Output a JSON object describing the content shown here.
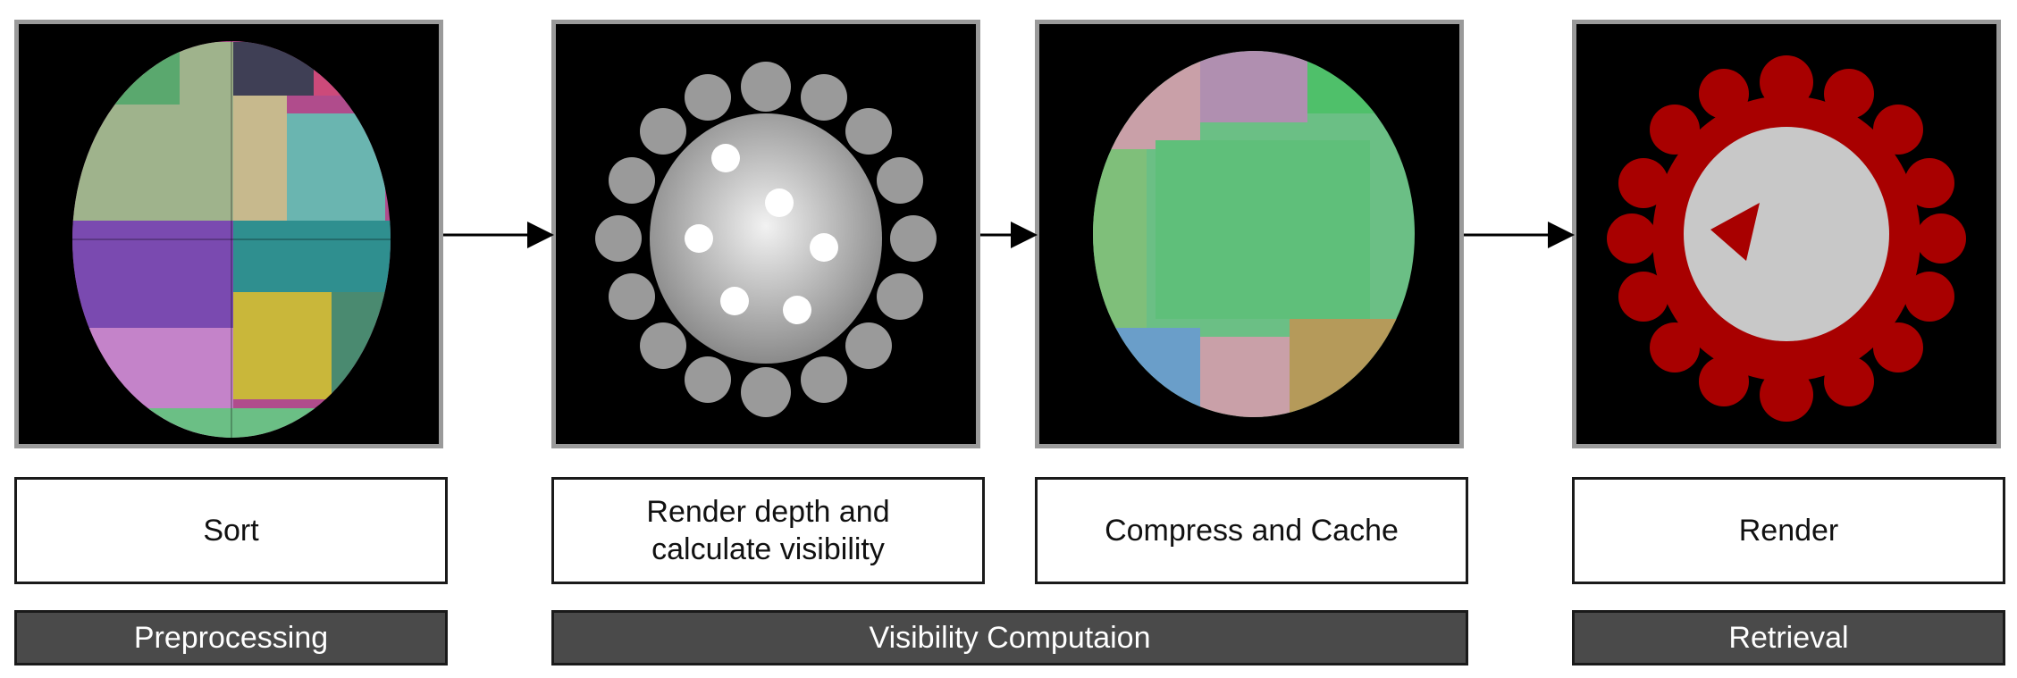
{
  "steps": [
    {
      "label": "Sort"
    },
    {
      "label": "Render depth and\ncalculate visibility"
    },
    {
      "label": "Compress and Cache"
    },
    {
      "label": "Render"
    }
  ],
  "stages": [
    {
      "label": "Preprocessing"
    },
    {
      "label": "Visibility Computaion"
    },
    {
      "label": "Retrieval"
    }
  ],
  "colors": {
    "panel_background": "#000000",
    "panel_border": "#9a9a9a",
    "stage_bar": "#4a4a4a",
    "retrieval_red": "#a80000",
    "retrieval_gray": "#c8c8c8",
    "arrow": "#000000"
  },
  "images": [
    {
      "name": "sorted-point-cloud-image"
    },
    {
      "name": "depth-render-image"
    },
    {
      "name": "compressed-cache-image"
    },
    {
      "name": "final-render-image"
    }
  ]
}
